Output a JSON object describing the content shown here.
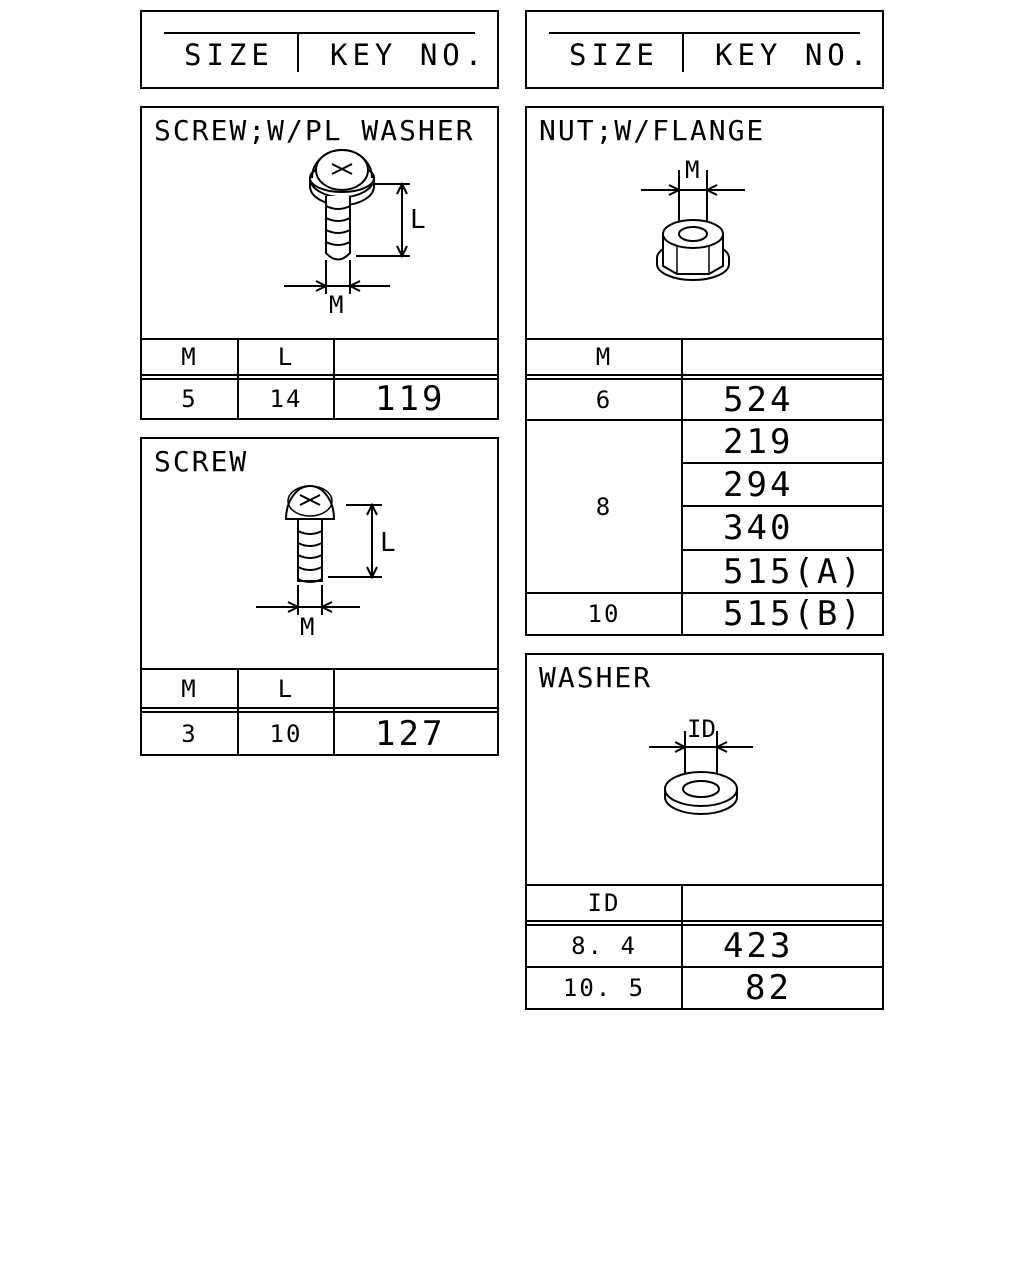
{
  "header": {
    "size_label": "SIZE",
    "key_no_label": "KEY NO."
  },
  "screw_washer": {
    "title": "SCREW;W/PL WASHER",
    "dim_l": "L",
    "dim_m": "M",
    "col_m": "M",
    "col_l": "L",
    "rows": [
      {
        "m": "5",
        "l": "14",
        "key": "119"
      }
    ]
  },
  "screw": {
    "title": "SCREW",
    "dim_l": "L",
    "dim_m": "M",
    "col_m": "M",
    "col_l": "L",
    "rows": [
      {
        "m": "3",
        "l": "10",
        "key": "127"
      }
    ]
  },
  "nut_flange": {
    "title": "NUT;W/FLANGE",
    "dim_m": "M",
    "col_m": "M",
    "rows": [
      {
        "m": "6",
        "keys": [
          "524"
        ]
      },
      {
        "m": "8",
        "keys": [
          "219",
          "294",
          "340",
          "515(A)"
        ]
      },
      {
        "m": "10",
        "keys": [
          "515(B)"
        ]
      }
    ]
  },
  "washer": {
    "title": "WASHER",
    "dim_id": "ID",
    "col_id": "ID",
    "rows": [
      {
        "id": "8. 4",
        "key": "423"
      },
      {
        "id": "10. 5",
        "key": "82"
      }
    ]
  }
}
